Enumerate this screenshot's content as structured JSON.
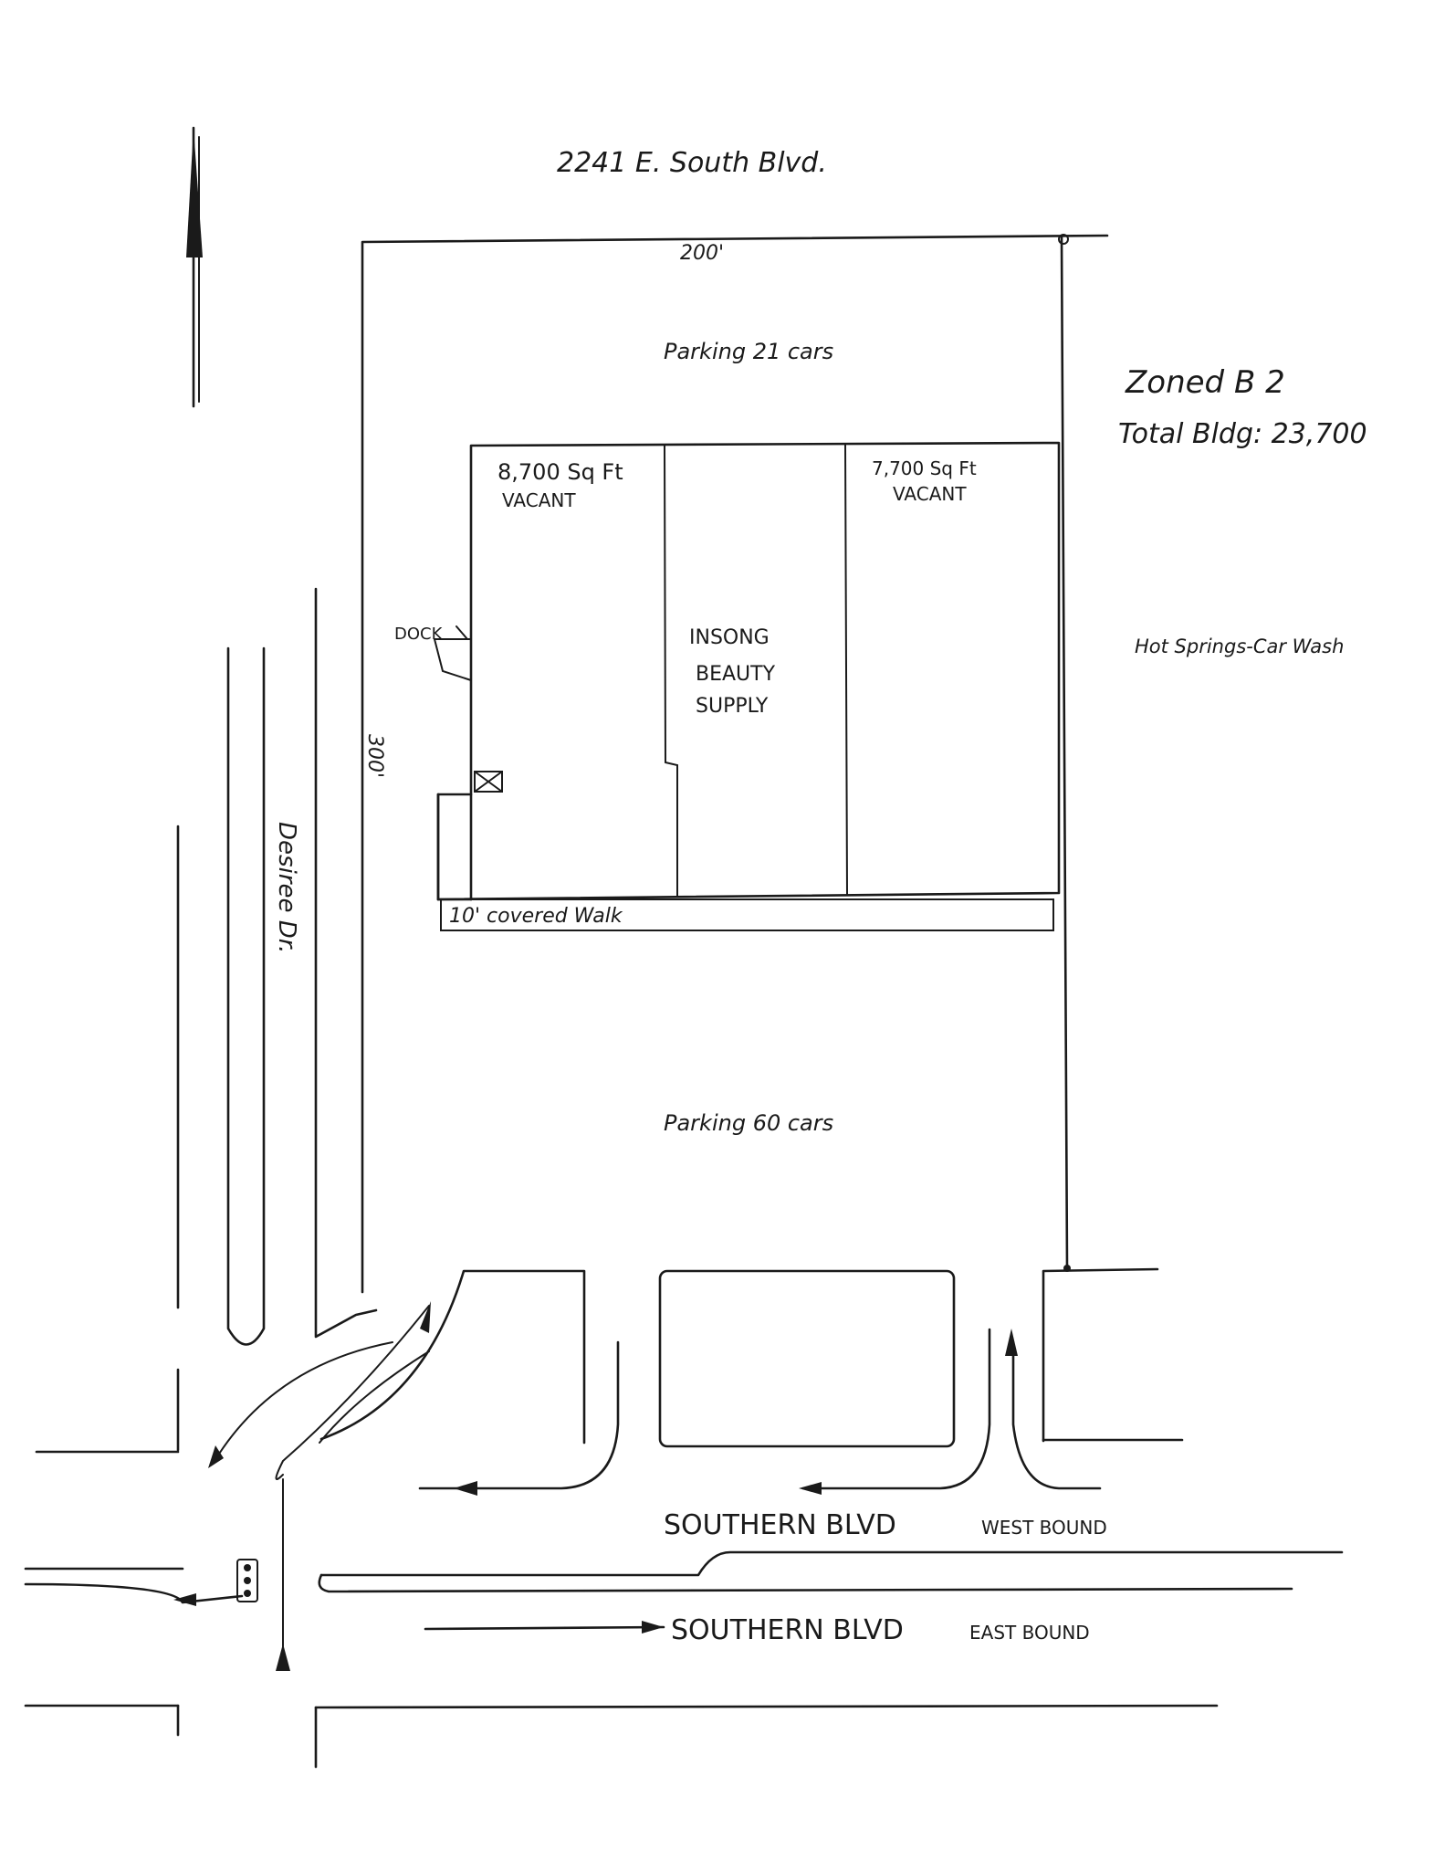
{
  "address": "2241 E. South Blvd.",
  "dimensions": {
    "top": "200'",
    "side": "300'"
  },
  "parking": {
    "north": "Parking 21 cars",
    "south": "Parking 60 cars"
  },
  "zoning": {
    "zone": "Zoned B 2",
    "total": "Total Bldg: 23,700"
  },
  "neighbor": "Hot Springs-Car Wash",
  "units": [
    {
      "size": "8,700 Sq Ft",
      "status": "VACANT"
    },
    {
      "name_line1": "INSONG",
      "name_line2": "BEAUTY",
      "name_line3": "SUPPLY"
    },
    {
      "size": "7,700 Sq Ft",
      "status": "VACANT"
    }
  ],
  "dock": "DOCK",
  "walk": "10' covered Walk",
  "streets": {
    "side": "Desiree Dr.",
    "west_name": "SOUTHERN BLVD",
    "west_dir": "WEST BOUND",
    "east_name": "SOUTHERN BLVD",
    "east_dir": "EAST BOUND"
  },
  "colors": {
    "ink": "#1a1a1a",
    "paper": "#ffffff"
  }
}
